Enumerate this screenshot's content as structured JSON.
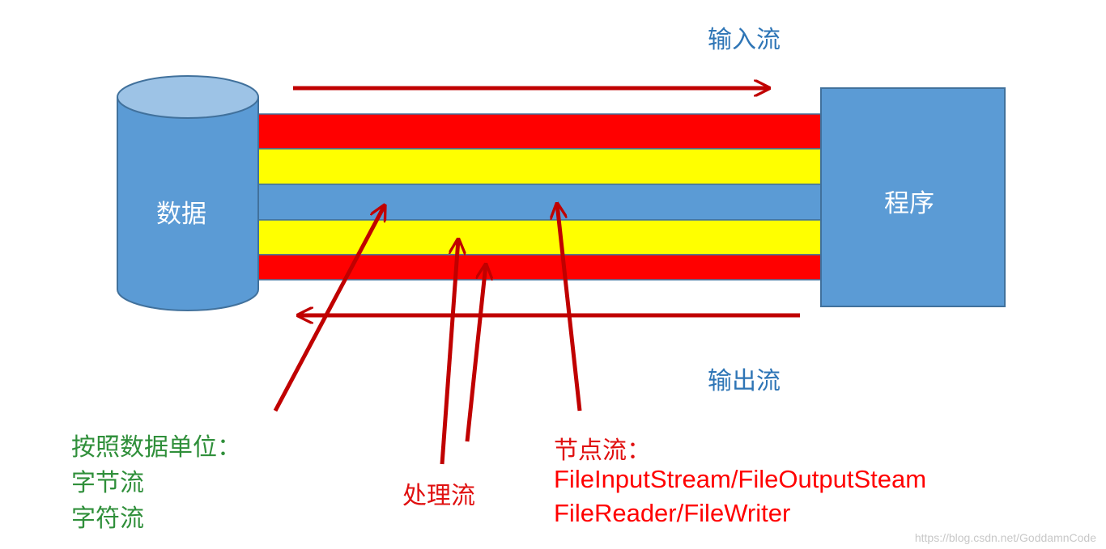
{
  "labels": {
    "input_stream": "输入流",
    "output_stream": "输出流",
    "data": "数据",
    "program": "程序",
    "by_unit_title": "按照数据单位：",
    "byte_stream": "字节流",
    "char_stream": "字符流",
    "processing_stream": "处理流",
    "node_stream_title": "节点流：",
    "node_stream_line1": "FileInputStream/FileOutputSteam",
    "node_stream_line2": "FileReader/FileWriter"
  },
  "watermark": "https://blog.csdn.net/GoddamnCode",
  "colors": {
    "shape_blue": "#5B9BD5",
    "shape_blue_top": "#9DC3E6",
    "outline_blue": "#41719C",
    "band_red": "#FF0000",
    "band_yellow": "#FFFF00",
    "arrow_red": "#C00000",
    "label_blue": "#2E75B6",
    "label_green": "#2F8F3A",
    "label_red": "#FF0000"
  }
}
